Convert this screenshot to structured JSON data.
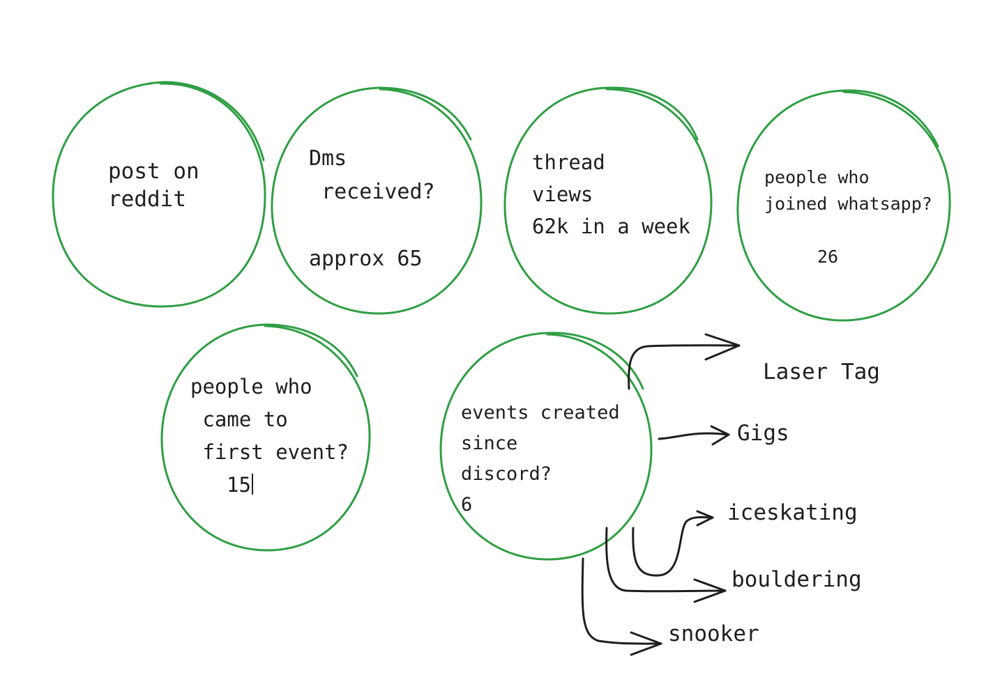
{
  "nodes": {
    "reddit_post": {
      "line1": "post on",
      "line2": "reddit"
    },
    "dms": {
      "line1": "Dms",
      "line2": " received?",
      "line3": "approx 65"
    },
    "thread_views": {
      "line1": "thread",
      "line2": "views",
      "line3": "62k in a week"
    },
    "whatsapp": {
      "line1": "people who",
      "line2": "joined whatsapp?",
      "line3": "26"
    },
    "first_event": {
      "line1": "people who",
      "line2": " came to",
      "line3": " first event?",
      "line4": "15"
    },
    "events_created": {
      "line1": "events created",
      "line2": "since",
      "line3": "discord?",
      "line4": "6"
    }
  },
  "events": {
    "laser_tag": "Laser Tag",
    "gigs": "Gigs",
    "iceskating": "iceskating",
    "bouldering": "bouldering",
    "snooker": "snooker"
  },
  "colors": {
    "circle": "#2f9e44",
    "ink": "#1e1e1e"
  }
}
